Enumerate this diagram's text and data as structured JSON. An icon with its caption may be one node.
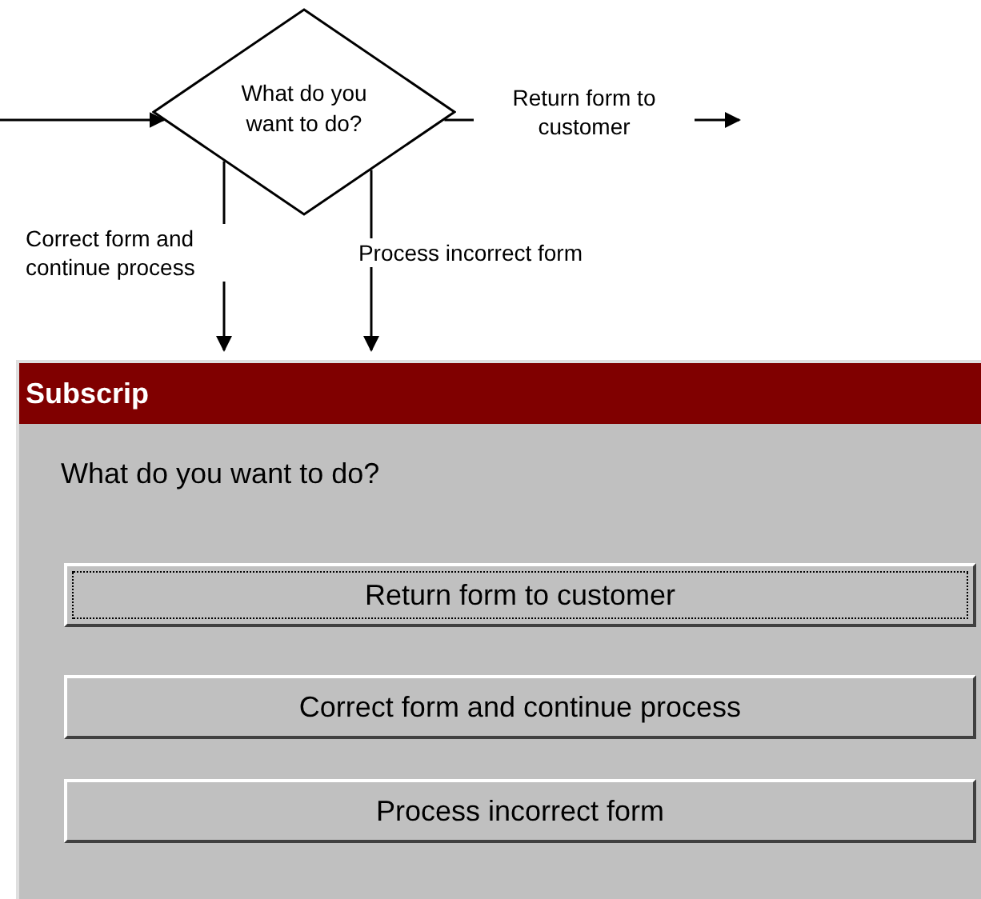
{
  "diagram": {
    "nodes": [
      {
        "text": [
          "What do you want to do?"
        ]
      },
      {
        "text": [
          "Subscrip",
          "What do you want to do?"
        ]
      },
      {
        "text": [
          "Return form to customer"
        ],
        "in": 1
      },
      {
        "text": [
          "Correct form and continue process"
        ],
        "in": 1
      },
      {
        "text": [
          "Process incorrect form"
        ],
        "in": 1
      }
    ],
    "edges": [
      {
        "from": null,
        "to": 0,
        "arrow": "to"
      },
      {
        "from": 0,
        "to": null,
        "arrow": "to",
        "label": "Return form to customer"
      },
      {
        "from": 0,
        "to": 1,
        "arrow": "to",
        "label": "Correct form and continue process"
      },
      {
        "from": 0,
        "to": 1,
        "arrow": "to",
        "label": "Process incorrect form"
      }
    ]
  }
}
